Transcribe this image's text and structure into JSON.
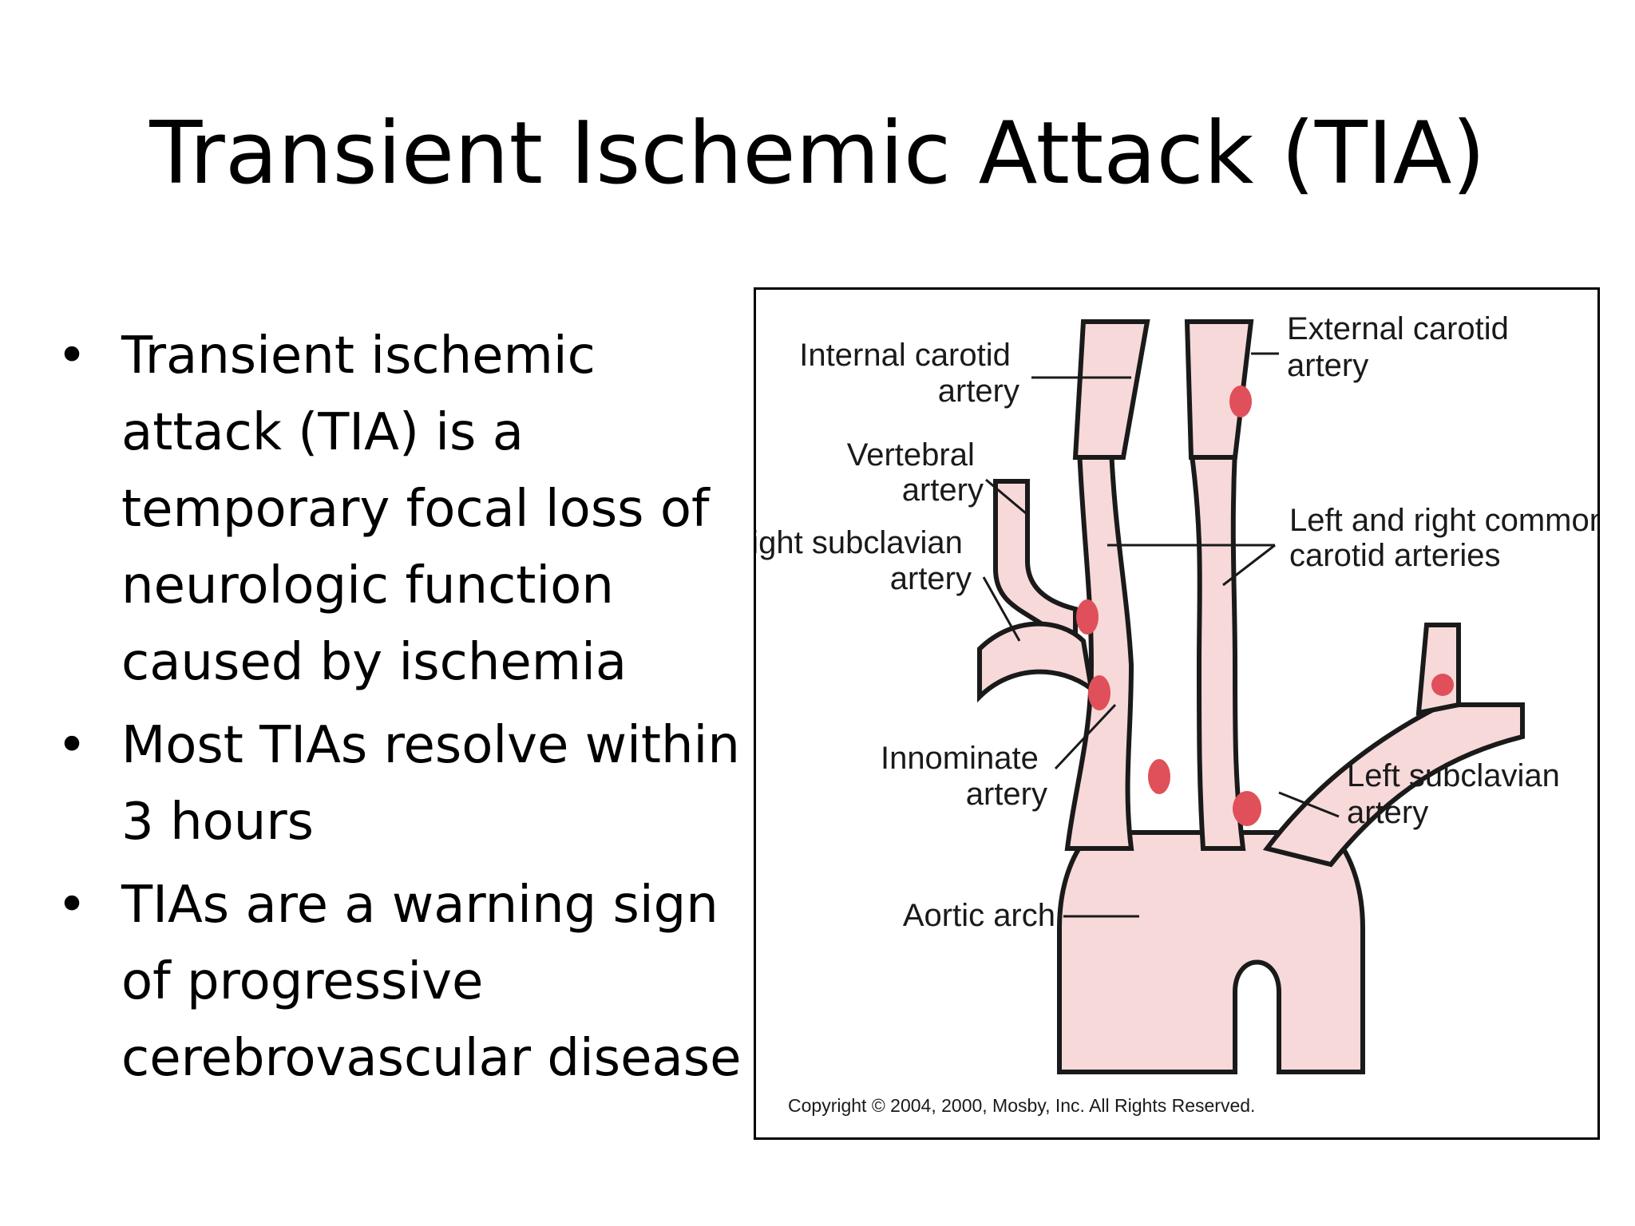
{
  "slide": {
    "title": "Transient Ischemic Attack (TIA)",
    "bullets": [
      {
        "lines": [
          "Transient ischemic",
          "attack (TIA) is a",
          "temporary focal loss of",
          "neurologic function",
          "caused by ischemia"
        ]
      },
      {
        "lines": [
          "Most TIAs resolve within",
          "3 hours"
        ]
      },
      {
        "lines": [
          "TIAs are a warning sign",
          "of progressive",
          "cerebrovascular disease"
        ]
      }
    ],
    "bullet_symbol": "•"
  },
  "figure": {
    "labels": {
      "internal_carotid": [
        "Internal carotid",
        "artery"
      ],
      "external_carotid": [
        "External carotid",
        "artery"
      ],
      "vertebral": [
        "Vertebral",
        "artery"
      ],
      "right_subclavian": [
        "Right subclavian",
        "artery"
      ],
      "common_carotids": [
        "Left and right common",
        "carotid arteries"
      ],
      "innominate": [
        "Innominate",
        "artery"
      ],
      "left_subclavian": [
        "Left subclavian",
        "artery"
      ],
      "aortic_arch": [
        "Aortic arch"
      ]
    },
    "copyright": "Copyright © 2004, 2000, Mosby, Inc. All Rights Reserved.",
    "colors": {
      "vessel_fill": "#f7d9d9",
      "plaque": "#e0505a",
      "wall": "#1a1a1a"
    }
  }
}
